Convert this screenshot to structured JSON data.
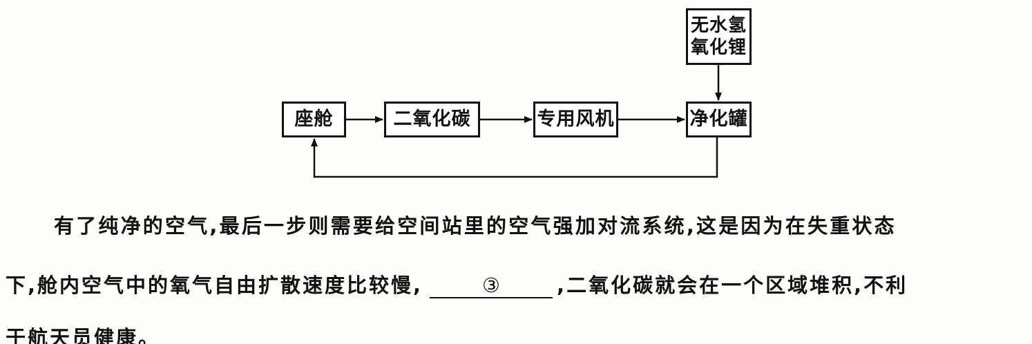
{
  "diagram": {
    "nodes": {
      "cabin": "座舱",
      "co2": "二氧化碳",
      "fan": "专用风机",
      "tank": "净化罐",
      "lioh_line1": "无水氢",
      "lioh_line2": "氧化锂"
    }
  },
  "paragraph": {
    "line1": "有了纯净的空气,最后一步则需要给空间站里的空气强加对流系统,这是因为在失重状态",
    "line2_before": "下,舱内空气中的氧气自由扩散速度比较慢,",
    "blank_label": "③",
    "line2_after": ",二氧化碳就会在一个区域堆积,不利",
    "line3": "于航天员健康。"
  }
}
